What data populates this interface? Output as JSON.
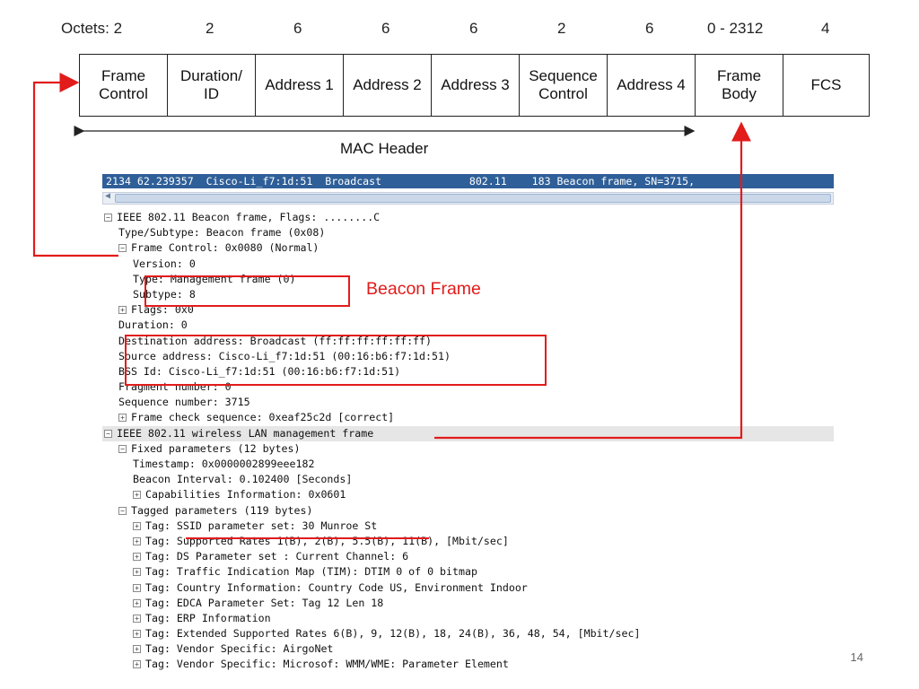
{
  "header": {
    "octets_prefix": "Octets: 2",
    "octet_sizes": [
      "2",
      "6",
      "6",
      "6",
      "2",
      "6",
      "0 - 2312",
      "4"
    ]
  },
  "frame_fields": [
    {
      "label": "Frame\nControl"
    },
    {
      "label": "Duration/\nID"
    },
    {
      "label": "Address 1"
    },
    {
      "label": "Address 2"
    },
    {
      "label": "Address 3"
    },
    {
      "label": "Sequence\nControl"
    },
    {
      "label": "Address 4"
    },
    {
      "label": "Frame\nBody"
    },
    {
      "label": "FCS"
    }
  ],
  "mac_header_label": "MAC Header",
  "packet_list": {
    "row": "2134 62.239357  Cisco-Li_f7:1d:51  Broadcast              802.11    183 Beacon frame, SN=3715,"
  },
  "tree": [
    {
      "indent": 0,
      "exp": "minus",
      "text": "IEEE 802.11 Beacon frame, Flags: ........C"
    },
    {
      "indent": 1,
      "exp": "",
      "text": "Type/Subtype: Beacon frame (0x08)"
    },
    {
      "indent": 1,
      "exp": "minus",
      "text": "Frame Control: 0x0080 (Normal)"
    },
    {
      "indent": 2,
      "exp": "",
      "text": "Version: 0"
    },
    {
      "indent": 2,
      "exp": "",
      "text": "Type: Management frame (0)"
    },
    {
      "indent": 2,
      "exp": "",
      "text": "Subtype: 8"
    },
    {
      "indent": 1,
      "exp": "plus",
      "text": "Flags: 0x0"
    },
    {
      "indent": 1,
      "exp": "",
      "text": "Duration: 0"
    },
    {
      "indent": 1,
      "exp": "",
      "text": "Destination address: Broadcast (ff:ff:ff:ff:ff:ff)"
    },
    {
      "indent": 1,
      "exp": "",
      "text": "Source address: Cisco-Li_f7:1d:51 (00:16:b6:f7:1d:51)"
    },
    {
      "indent": 1,
      "exp": "",
      "text": "BSS Id: Cisco-Li_f7:1d:51 (00:16:b6:f7:1d:51)"
    },
    {
      "indent": 1,
      "exp": "",
      "text": "Fragment number: 0"
    },
    {
      "indent": 1,
      "exp": "",
      "text": "Sequence number: 3715"
    },
    {
      "indent": 1,
      "exp": "plus",
      "text": "Frame check sequence: 0xeaf25c2d [correct]"
    },
    {
      "indent": 0,
      "exp": "minus",
      "text": "IEEE 802.11 wireless LAN management frame",
      "selected": true
    },
    {
      "indent": 1,
      "exp": "minus",
      "text": "Fixed parameters (12 bytes)"
    },
    {
      "indent": 2,
      "exp": "",
      "text": "Timestamp: 0x0000002899eee182"
    },
    {
      "indent": 2,
      "exp": "",
      "text": "Beacon Interval: 0.102400 [Seconds]"
    },
    {
      "indent": 2,
      "exp": "plus",
      "text": "Capabilities Information: 0x0601"
    },
    {
      "indent": 1,
      "exp": "minus",
      "text": "Tagged parameters (119 bytes)"
    },
    {
      "indent": 2,
      "exp": "plus",
      "text": "Tag: SSID parameter set: 30 Munroe St"
    },
    {
      "indent": 2,
      "exp": "plus",
      "text": "Tag: Supported Rates 1(B), 2(B), 5.5(B), 11(B), [Mbit/sec]"
    },
    {
      "indent": 2,
      "exp": "plus",
      "text": "Tag: DS Parameter set : Current Channel: 6"
    },
    {
      "indent": 2,
      "exp": "plus",
      "text": "Tag: Traffic Indication Map (TIM): DTIM 0 of 0 bitmap"
    },
    {
      "indent": 2,
      "exp": "plus",
      "text": "Tag: Country Information: Country Code US, Environment Indoor"
    },
    {
      "indent": 2,
      "exp": "plus",
      "text": "Tag: EDCA Parameter Set: Tag 12 Len 18"
    },
    {
      "indent": 2,
      "exp": "plus",
      "text": "Tag: ERP Information"
    },
    {
      "indent": 2,
      "exp": "plus",
      "text": "Tag: Extended Supported Rates 6(B), 9, 12(B), 18, 24(B), 36, 48, 54, [Mbit/sec]"
    },
    {
      "indent": 2,
      "exp": "plus",
      "text": "Tag: Vendor Specific: AirgoNet"
    },
    {
      "indent": 2,
      "exp": "plus",
      "text": "Tag: Vendor Specific: Microsof: WMM/WME: Parameter Element"
    }
  ],
  "callout_label": "Beacon Frame",
  "slide_number": "14",
  "colors": {
    "annotation_red": "#e21b1b",
    "packet_row_blue": "#2f5f98"
  }
}
